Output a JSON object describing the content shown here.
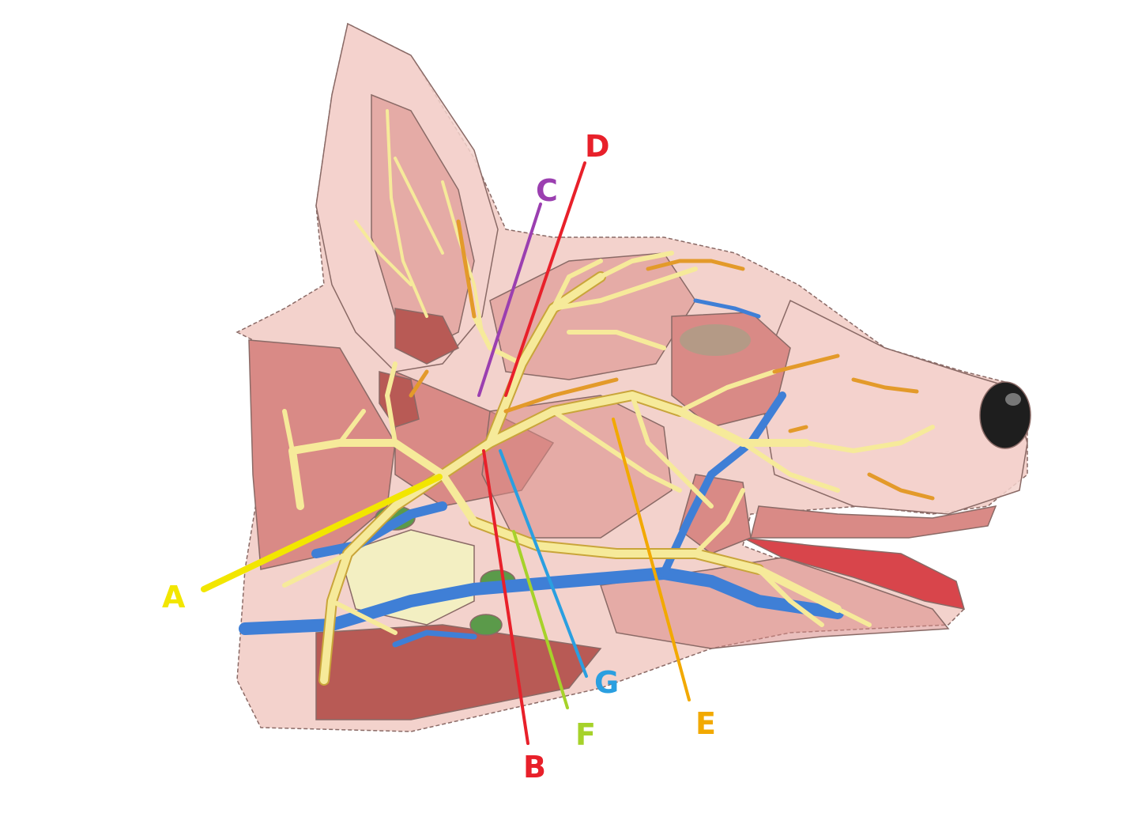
{
  "labels": {
    "a": {
      "text": "A",
      "color": "#f2e600"
    },
    "b": {
      "text": "B",
      "color": "#e8202a"
    },
    "c": {
      "text": "C",
      "color": "#9b3fb0"
    },
    "d": {
      "text": "D",
      "color": "#e8202a"
    },
    "e": {
      "text": "E",
      "color": "#f2a900"
    },
    "f": {
      "text": "F",
      "color": "#a6d22a"
    },
    "g": {
      "text": "G",
      "color": "#2a9fe0"
    }
  },
  "colors": {
    "skin": "#f3d2cc",
    "muscle": "#d98a86",
    "muscle_dark": "#b85a55",
    "nerve": "#f6ea9a",
    "nerve_outline": "#c9a53a",
    "nerve_orange": "#e39a2a",
    "vein": "#3f7fd6",
    "gland": "#f3efc2",
    "lymph": "#5b9a4a",
    "nose": "#1e1e1e",
    "mouth": "#d8454b"
  }
}
